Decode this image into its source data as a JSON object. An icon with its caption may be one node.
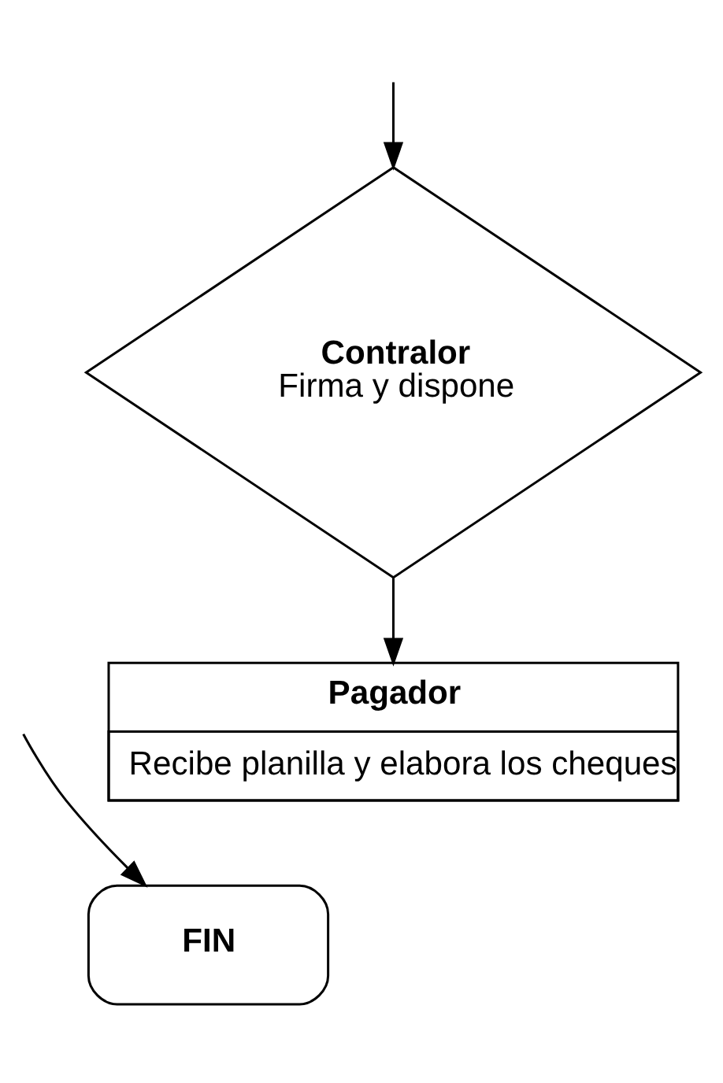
{
  "diagram": {
    "nodes": [
      {
        "text": [
          "Contralor",
          "Firma y dispone"
        ]
      },
      {
        "text": [
          "Pagador",
          "Recibe planilla y elabora los cheques"
        ]
      },
      {
        "text": [
          "FIN"
        ]
      }
    ],
    "edges": [
      {
        "from": null,
        "to": 0,
        "arrow": "to"
      },
      {
        "from": 0,
        "to": 1,
        "arrow": "to"
      },
      {
        "from": null,
        "to": 2,
        "arrow": "to"
      }
    ]
  }
}
